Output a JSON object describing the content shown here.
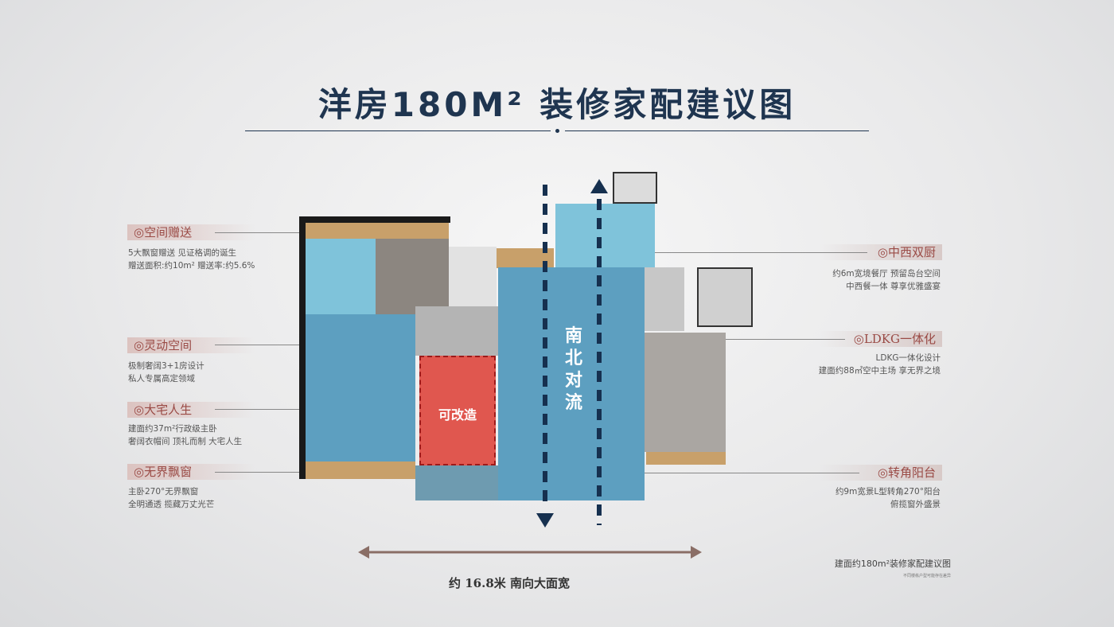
{
  "title": "洋房180M² 装修家配建议图",
  "left_features": [
    {
      "label": "◎空间赠送",
      "lines": [
        "5大飘窗赠送 见证格调的诞生",
        "赠送面积:约10m²  赠送率:约5.6%"
      ]
    },
    {
      "label": "◎灵动空间",
      "lines": [
        "极制奢阔3+1房设计",
        "私人专属高定领域"
      ]
    },
    {
      "label": "◎大宅人生",
      "lines": [
        "建面约37m²行政级主卧",
        "奢阔衣帽间 顶礼而制 大宅人生"
      ]
    },
    {
      "label": "◎无界飘窗",
      "lines": [
        "主卧270°无界飘窗",
        "全明通透 揽藏万丈光芒"
      ]
    }
  ],
  "right_features": [
    {
      "label": "◎中西双厨",
      "lines": [
        "约6m宽境餐厅 预留岛台空间",
        "中西餐一体 尊享优雅盛宴"
      ]
    },
    {
      "label": "◎LDKG一体化",
      "lines": [
        "LDKG一体化设计",
        "建面约88㎡空中主场 享无界之境"
      ]
    },
    {
      "label": "◎转角阳台",
      "lines": [
        "约9m宽景L型转角270°阳台",
        "俯揽窗外盛景"
      ]
    }
  ],
  "plan": {
    "modifiable": "可改造",
    "airflow": "南北对流"
  },
  "width_note": "约 16.8米  南向大面宽",
  "caption": "建面约180m²装修家配建议图",
  "disclaimer": "不同楼栋户型可能存在差异",
  "colors": {
    "navy": "#1f3550",
    "blue_zone": "#5c9fc0",
    "red_zone": "#e0574f",
    "accent": "#9a4a45"
  }
}
